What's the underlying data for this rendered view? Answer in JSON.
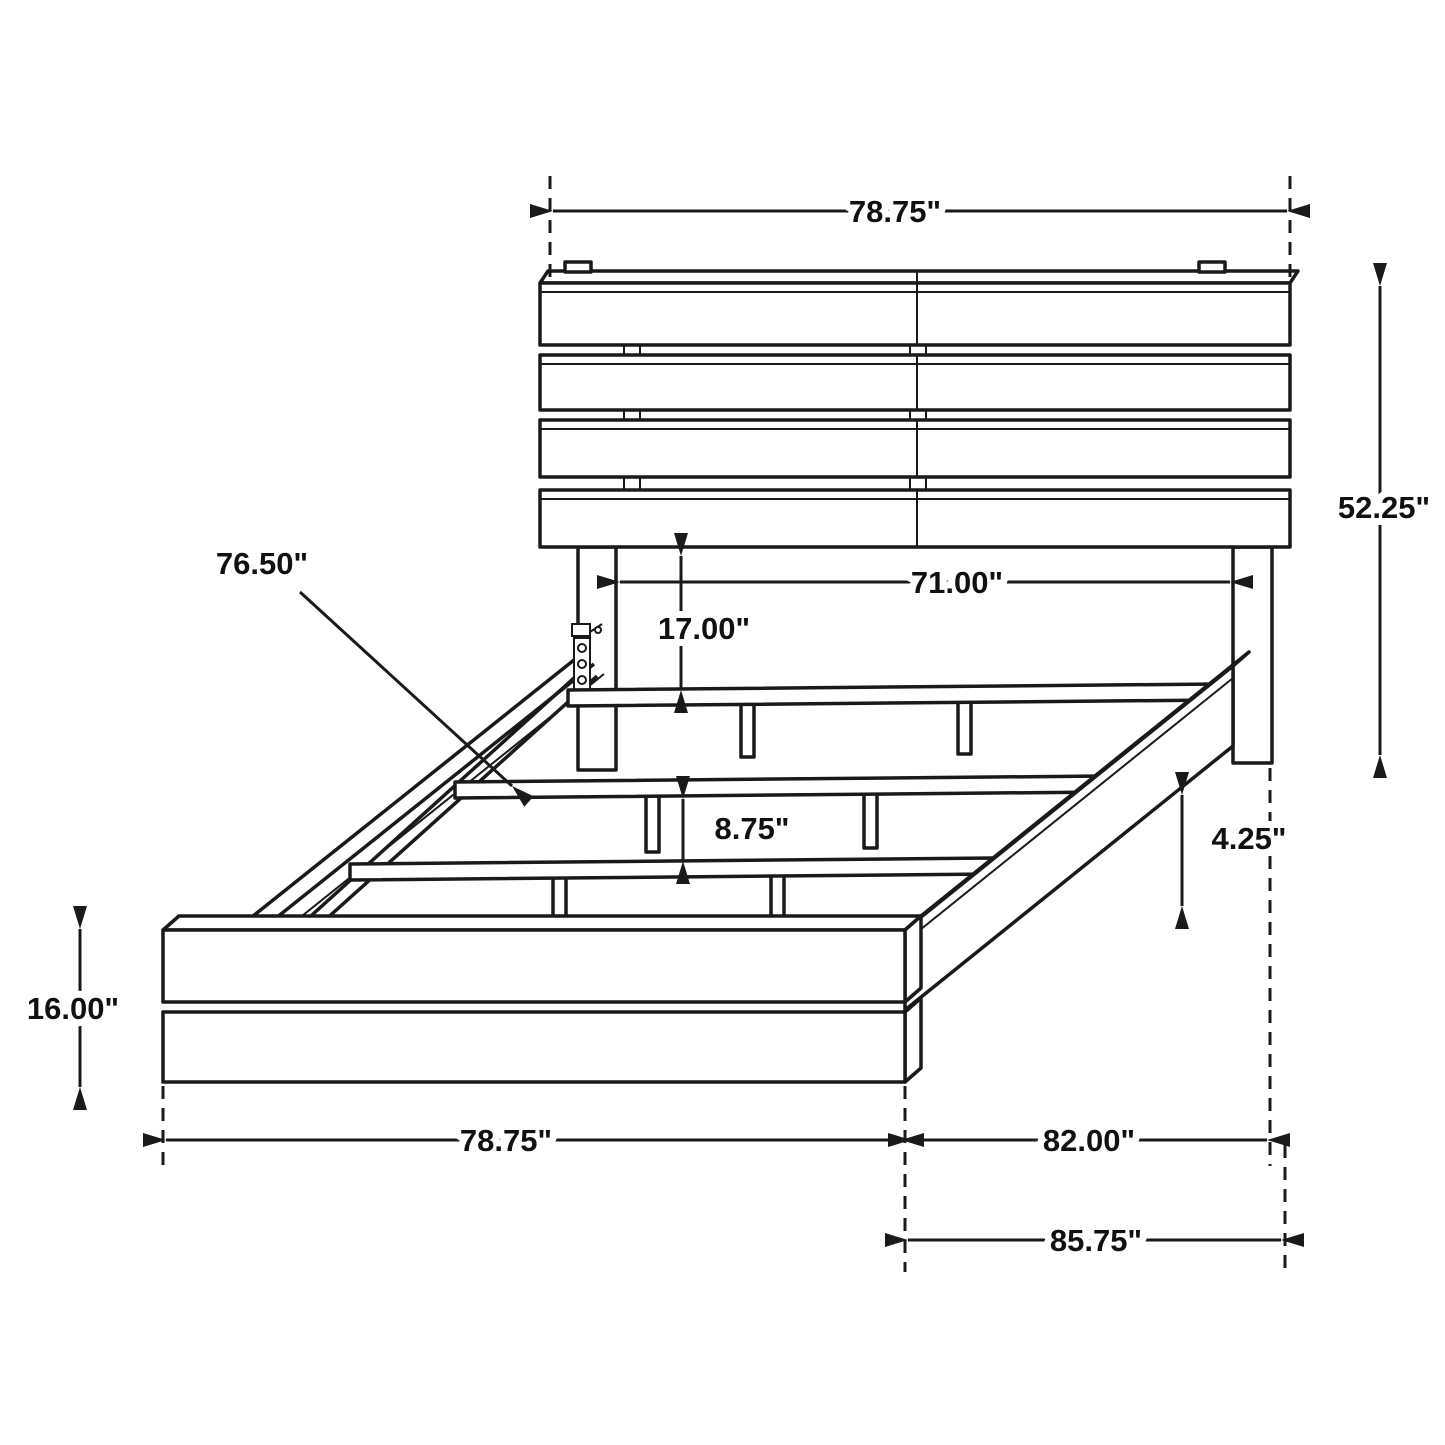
{
  "colors": {
    "line": "#1a1a1a",
    "background": "#ffffff"
  },
  "dims": {
    "headboard_width": "78.75\"",
    "headboard_height": "52.25\"",
    "slat_length": "76.50\"",
    "interior_width": "71.00\"",
    "headboard_clearance": "17.00\"",
    "slat_foot_height": "8.75\"",
    "rail_floor_clearance": "4.25\"",
    "footboard_height": "16.00\"",
    "footboard_width": "78.75\"",
    "side_rail_length": "82.00\"",
    "overall_length": "85.75\""
  }
}
